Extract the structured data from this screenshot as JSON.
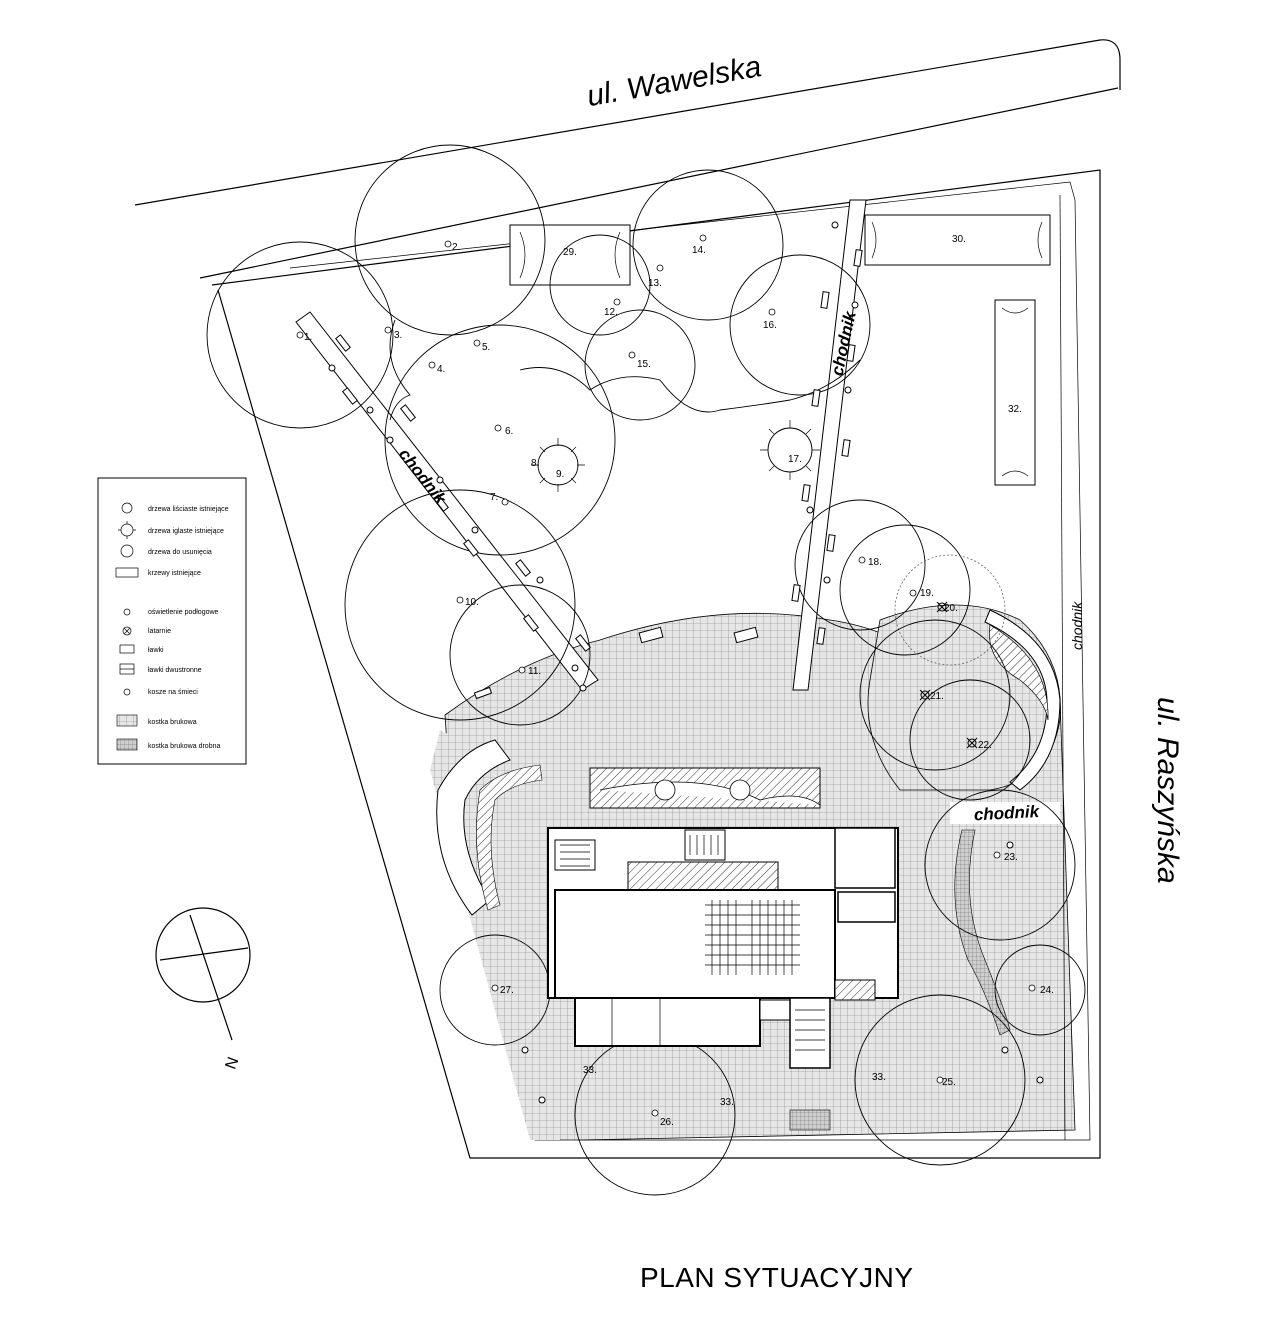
{
  "title": "PLAN SYTUACYJNY",
  "streets": {
    "top": "ul. Wawelska",
    "right": "ul. Raszyńska"
  },
  "walkways": [
    "chodnik",
    "chodnik",
    "chodnik",
    "chodnik"
  ],
  "north_symbol": "N",
  "tree_numbers": [
    "1.",
    "2.",
    "3.",
    "4.",
    "5.",
    "6.",
    "7.",
    "8.",
    "9.",
    "10.",
    "11.",
    "12.",
    "13.",
    "14.",
    "15.",
    "16.",
    "17.",
    "18.",
    "19.",
    "20.",
    "21.",
    "22.",
    "23.",
    "24.",
    "25.",
    "26.",
    "27."
  ],
  "shrub_numbers": [
    "29.",
    "30.",
    "32.",
    "33.",
    "33.",
    "33."
  ],
  "legend": {
    "items": [
      {
        "label": "drzewa liściaste istniejące",
        "icon": "deciduous-tree-icon"
      },
      {
        "label": "drzewa iglaste istniejące",
        "icon": "conifer-tree-icon"
      },
      {
        "label": "drzewa do usunięcia",
        "icon": "tree-removal-icon"
      },
      {
        "label": "krzewy istniejące",
        "icon": "shrub-icon"
      },
      {
        "label": "oświetlenie podłogowe",
        "icon": "floor-light-icon"
      },
      {
        "label": "latarnie",
        "icon": "street-lamp-icon"
      },
      {
        "label": "ławki",
        "icon": "bench-icon"
      },
      {
        "label": "ławki dwustronne",
        "icon": "double-bench-icon"
      },
      {
        "label": "kosze na śmieci",
        "icon": "trash-bin-icon"
      },
      {
        "label": "kostka brukowa",
        "icon": "paving-pattern-icon"
      },
      {
        "label": "kostka brukowa drobna",
        "icon": "fine-paving-pattern-icon"
      }
    ]
  },
  "colors": {
    "line": "#000000",
    "paving_fill": "#bdbdbd",
    "background": "#ffffff"
  }
}
